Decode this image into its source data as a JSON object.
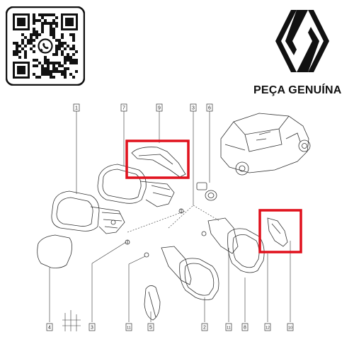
{
  "brand": {
    "name": "PEÇA GENUÍNA",
    "logo_icon": "renault-diamond-logo",
    "qr_icon": "whatsapp-qr-code"
  },
  "diagram": {
    "callouts": [
      "1",
      "7",
      "9",
      "3",
      "6",
      "4",
      "3",
      "11",
      "5",
      "2",
      "11",
      "8",
      "12",
      "10"
    ],
    "highlight_color": "#e0101c",
    "line_color": "#333333"
  }
}
